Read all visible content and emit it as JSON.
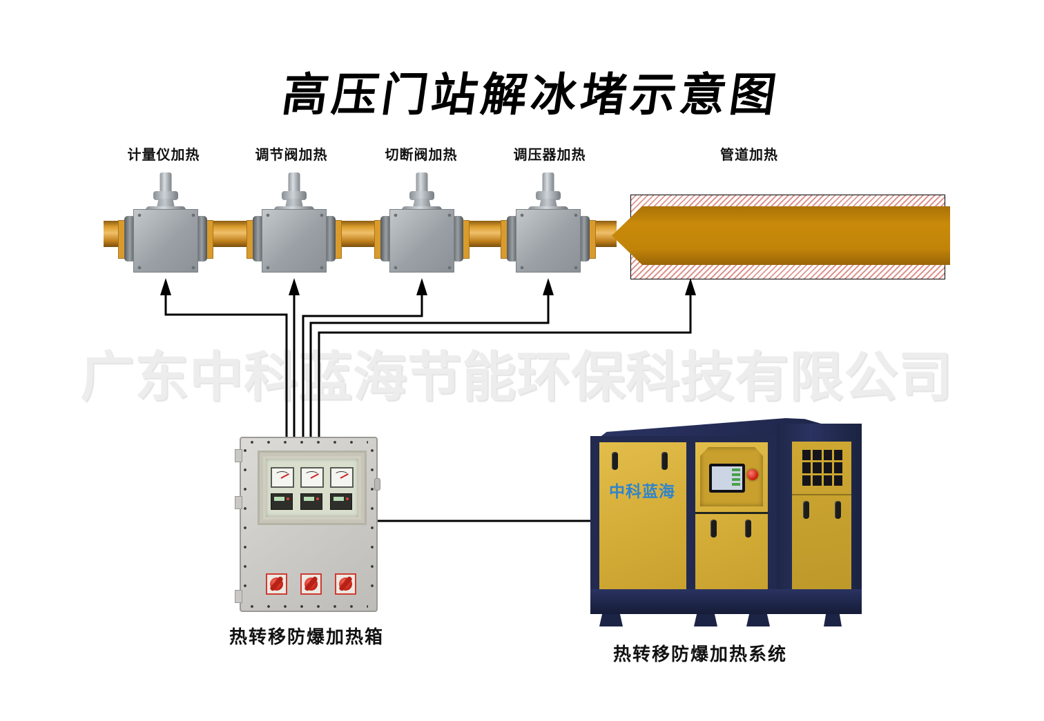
{
  "title": "高压门站解冰堵示意图",
  "watermark": "广东中科蓝海节能环保科技有限公司",
  "pipeline_labels": {
    "meter": "计量仪加热",
    "regulating_valve": "调节阀加热",
    "shutoff_valve": "切断阀加热",
    "pressure_regulator": "调压器加热",
    "pipe": "管道加热"
  },
  "heater_box": {
    "label": "热转移防爆加热箱"
  },
  "heater_system": {
    "label": "热转移防爆加热系统",
    "brand": "中科蓝海"
  },
  "colors": {
    "pipe_orange": "#d2922b",
    "big_pipe": "#c28408",
    "hatch_stripe_red": "#dd958e",
    "valve_gray": "#9aa0a5",
    "machine_yellow": "#d9b441",
    "machine_navy": "#232b52",
    "brand_blue": "#2f84cc",
    "knob_red": "#c32015",
    "arrow_black": "#000000",
    "watermark_gray": "#ededed"
  }
}
